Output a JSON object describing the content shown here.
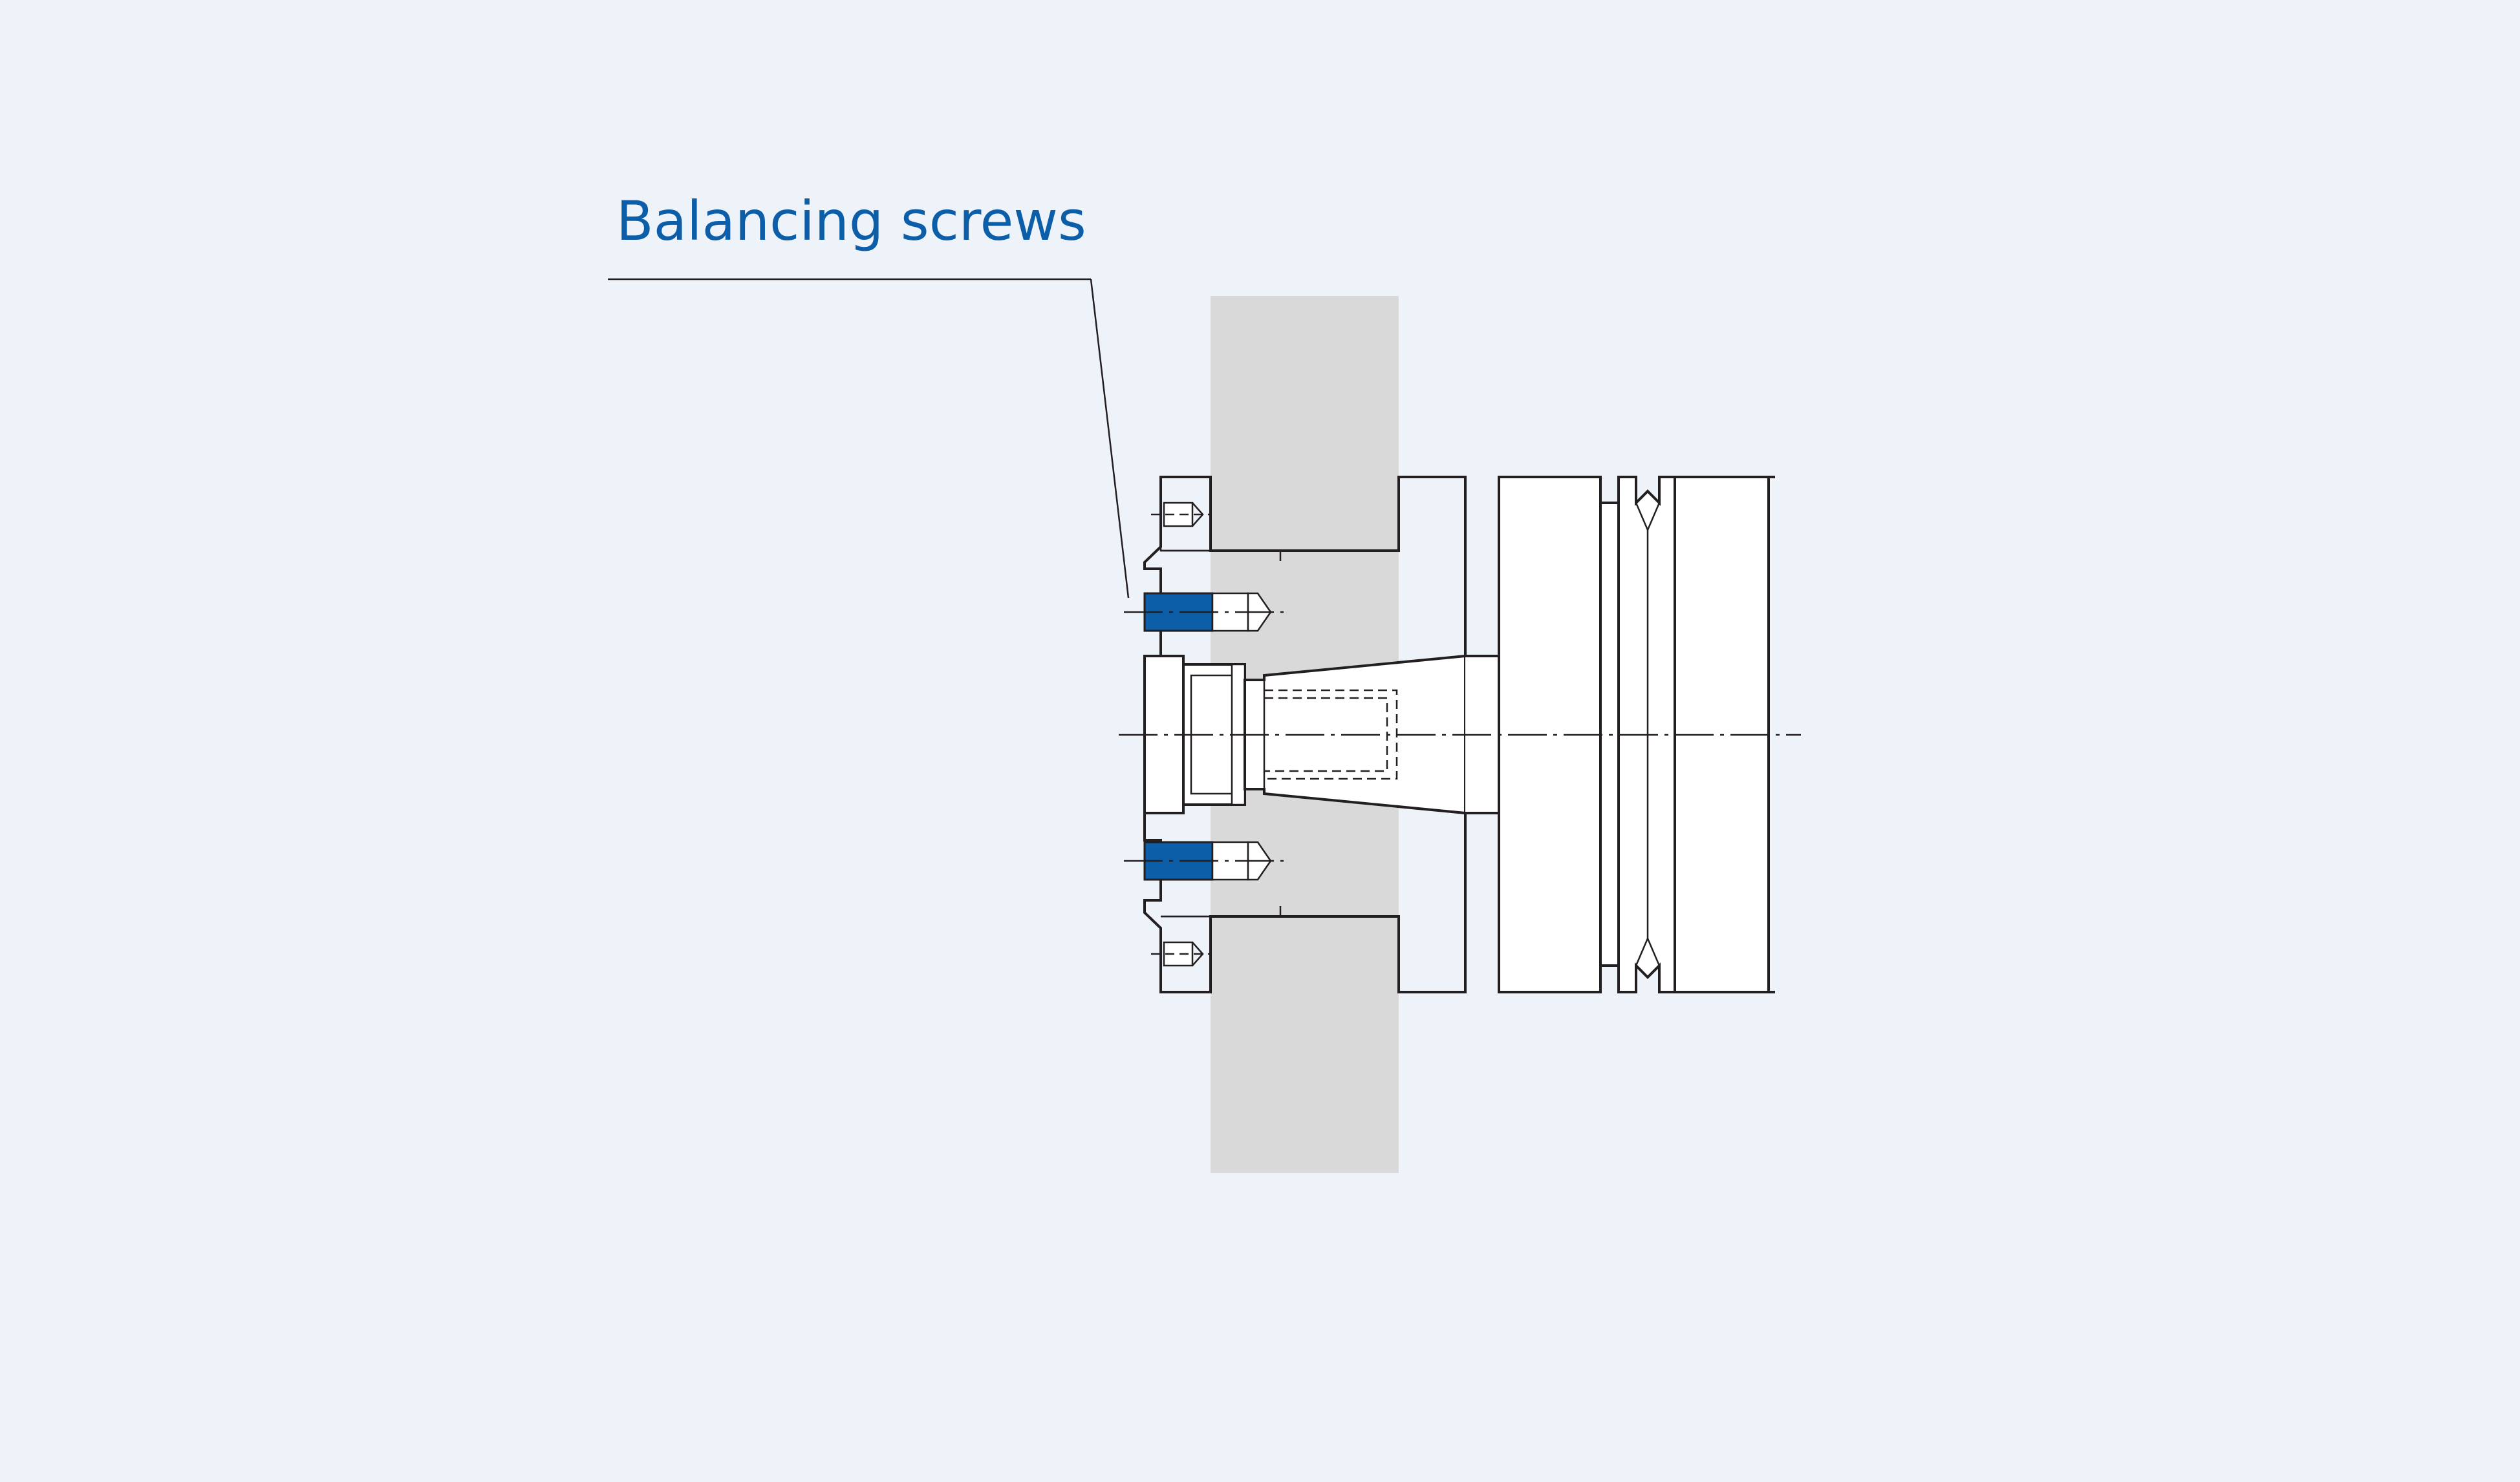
{
  "callout": {
    "label": "Balancing screws"
  },
  "colors": {
    "background": "#eef2f9",
    "accent_blue": "#0d5ea8",
    "screw_fill": "#0d5ea8",
    "wheel_gray": "#d9d9d9",
    "line": "#231f20"
  },
  "icons": [
    "balancing-screw-shape",
    "grinding-wheel-shape",
    "spindle-shape"
  ]
}
